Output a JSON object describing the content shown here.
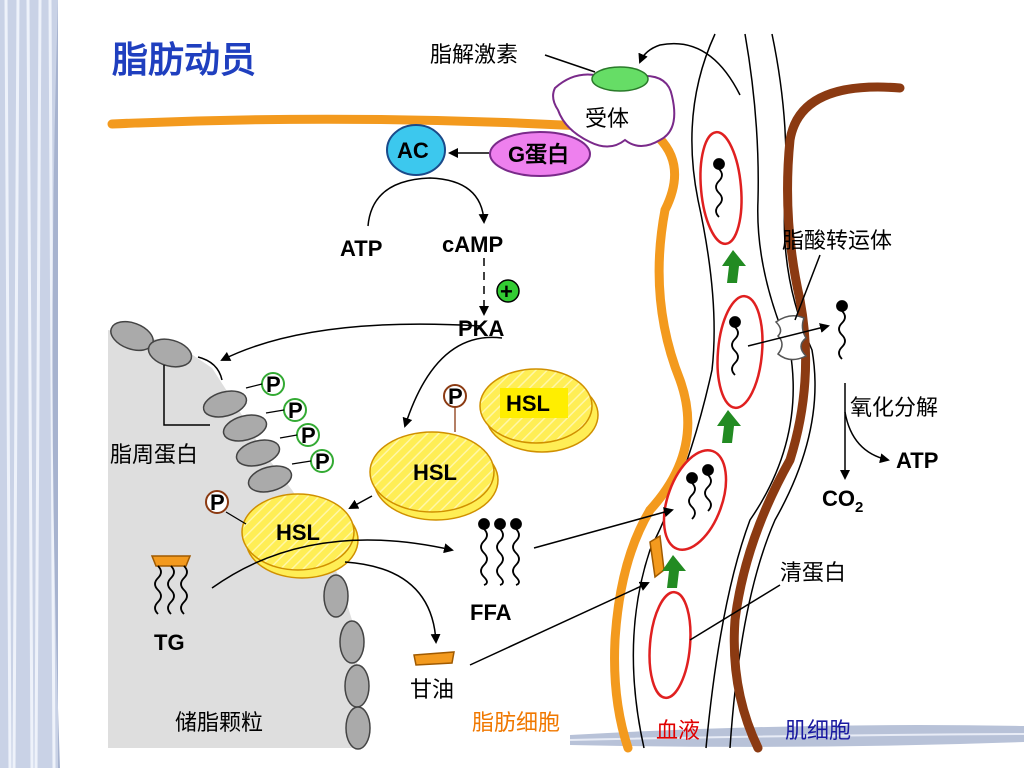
{
  "slide": {
    "title": "脂肪动员"
  },
  "labels": {
    "lipolytic_hormone": "脂解激素",
    "receptor": "受体",
    "g_protein": "G蛋白",
    "ac": "AC",
    "atp_top": "ATP",
    "camp": "cAMP",
    "plus": "+",
    "pka": "PKA",
    "p": "P",
    "hsl": "HSL",
    "perilipin": "脂周蛋白",
    "tg": "TG",
    "ffa": "FFA",
    "glycerol": "甘油",
    "lipid_droplet": "储脂颗粒",
    "fa_transporter": "脂酸转运体",
    "oxidation": "氧化分解",
    "atp_right": "ATP",
    "co2": "CO",
    "co2_sub": "2",
    "albumin": "清蛋白",
    "adipocyte": "脂肪细胞",
    "blood": "血液",
    "muscle_cell": "肌细胞"
  },
  "colors": {
    "title": "#1f3fbf",
    "membrane_orange": "#f39a1e",
    "muscle_brown": "#8b3a12",
    "ac_fill": "#3cc8ee",
    "g_protein_fill": "#ee80ee",
    "receptor_fill": "#66dd66",
    "hsl_fill": "#ffee55",
    "rbc_outline": "#e02020",
    "arrow_green": "#228b22"
  }
}
